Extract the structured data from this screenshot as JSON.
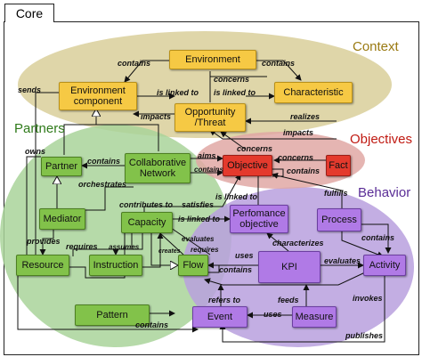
{
  "title": "Core",
  "groups": {
    "context": {
      "label": "Context",
      "color": "#d9cf9a"
    },
    "objectives": {
      "label": "Objectives",
      "color": "#e0a8a4"
    },
    "partners": {
      "label": "Partners",
      "color": "#a9d39a"
    },
    "behavior": {
      "label": "Behavior",
      "color": "#b9a0de"
    }
  },
  "nodes": {
    "environment": "Environment",
    "environment_component": "Environment component",
    "characteristic": "Characteristic",
    "opportunity": "Opportunity /Threat",
    "objective": "Objective",
    "fact": "Fact",
    "partner": "Partner",
    "collaborative_network": "Collaborative Network",
    "mediator": "Mediator",
    "capacity": "Capacity",
    "resource": "Resource",
    "instruction": "Instruction",
    "pattern": "Pattern",
    "flow": "Flow",
    "performance_objective": "Perfomance objective",
    "process": "Process",
    "kpi": "KPI",
    "activity": "Activity",
    "event": "Event",
    "measure": "Measure"
  },
  "edges": {
    "contains_env_comp": "contains",
    "contains_env_char": "contains",
    "concerns_opp_env": "concerns",
    "sends": "sends",
    "is_linked_to_1": "is linked to",
    "is_linked_to_2": "is linked to",
    "impacts_1": "impacts",
    "realizes": "realizes",
    "impacts_2": "impacts",
    "owns": "owns",
    "contains_partner": "contains",
    "aims": "aims",
    "contains_cn": "contains",
    "concerns_obj": "concerns",
    "concerns_fact": "concerns",
    "contains_obj": "contains",
    "fulfills": "fulfills",
    "orchestrates": "orchestrates",
    "is_linked_to_3": "is linked to",
    "contributes_to": "contributes to",
    "satisfies": "satisfies",
    "is_linked_to_4": "is linked to",
    "contains_proc": "contains",
    "provides": "provides",
    "requires_1": "requires",
    "assumes": "assumes",
    "evaluates_1": "evaluates",
    "requires_2": "requires",
    "creates": "creates",
    "characterizes": "characterizes",
    "uses_1": "uses",
    "evaluates_2": "evaluates",
    "contains_flow": "contains",
    "invokes": "invokes",
    "refers_to": "refers to",
    "feeds": "feeds",
    "uses_2": "uses",
    "contains_pattern": "contains",
    "publishes": "publishes"
  }
}
